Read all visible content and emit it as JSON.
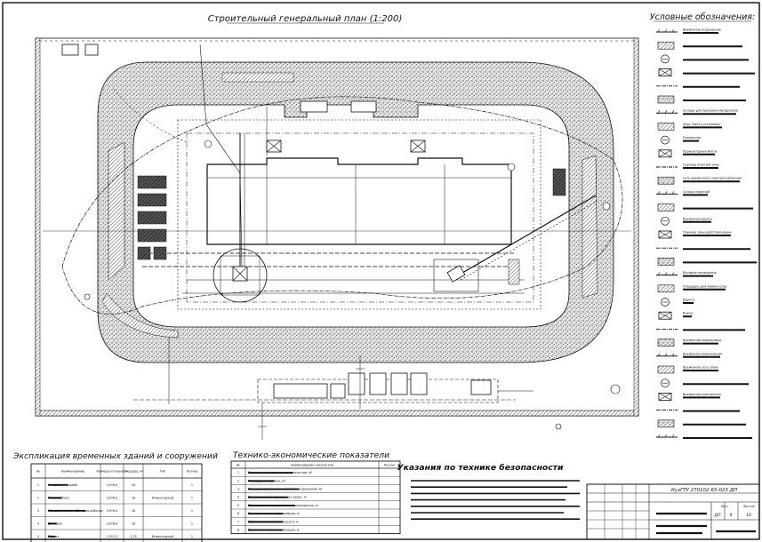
{
  "plan": {
    "title": "Строительный генеральный план  (1:200)"
  },
  "legend": {
    "title": "Условные обозначения:",
    "items": [
      {
        "label": "Временное ограждение",
        "icon": "fence-line-icon"
      },
      {
        "label": "",
        "icon": "crane-icon"
      },
      {
        "label": "",
        "icon": "warning-triangle-icon"
      },
      {
        "label": "",
        "icon": "hydrant-icon"
      },
      {
        "label": "",
        "icon": "light-icon"
      },
      {
        "label": "",
        "icon": "vehicle-icon"
      },
      {
        "label": "Склады для хранения материалов",
        "icon": "crossed-box-icon"
      },
      {
        "label": "Знак \"место установки\"",
        "icon": "circle-sign-icon"
      },
      {
        "label": "Прожектор",
        "icon": "projector-icon"
      },
      {
        "label": "Прожекторная мачта",
        "icon": "mast-icon"
      },
      {
        "label": "Граница опасной зоны",
        "icon": "danger-line-icon"
      },
      {
        "label": "Сеть временного электроснабжения",
        "icon": "power-line-icon"
      },
      {
        "label": "Склад открытый",
        "icon": "hatched-box-icon"
      },
      {
        "label": "",
        "icon": "hatched-area-icon"
      },
      {
        "label": "Временная дорога",
        "icon": "road-icon"
      },
      {
        "label": "Граница зоны действия крана",
        "icon": "crane-zone-icon"
      },
      {
        "label": "",
        "icon": "striped-area-icon"
      },
      {
        "label": "",
        "icon": "dotted-area-icon"
      },
      {
        "label": "Бытовые помещения",
        "icon": "half-circle-icon"
      },
      {
        "label": "Площадка для мойки колес",
        "icon": "wash-icon"
      },
      {
        "label": "Ворота",
        "icon": "gate-icon"
      },
      {
        "label": "Въезд",
        "icon": "entry-text-icon"
      },
      {
        "label": "",
        "icon": "arrow-icon"
      },
      {
        "label": "Временный водопровод",
        "icon": "water-line-icon"
      },
      {
        "label": "Временная канализация",
        "icon": "sewer-line-icon"
      },
      {
        "label": "Временная сеть связи",
        "icon": "comm-line-icon"
      },
      {
        "label": "",
        "icon": "line-a-icon"
      },
      {
        "label": "Временная электросеть",
        "icon": "line-b-icon"
      },
      {
        "label": "",
        "icon": "line-c-icon"
      },
      {
        "label": "",
        "icon": "line-d-icon"
      },
      {
        "label": "",
        "icon": "crosshatch-box-icon"
      }
    ]
  },
  "explication": {
    "title": "Экспликация временных зданий и сооружений",
    "headers": [
      "№",
      "Наименование",
      "Размеры в плане, м",
      "Площадь, м²",
      "Тип",
      "Кол-во"
    ],
    "rows": [
      [
        "1",
        "Кладовая прораба",
        "3,0*6,0",
        "18",
        "",
        "1"
      ],
      [
        "2",
        "Гардеробная",
        "3,0*6,0",
        "18",
        "Инвентарный",
        "1"
      ],
      [
        "3",
        "Помещение для обогрева рабочих",
        "3,0*6,0",
        "18",
        "",
        "1"
      ],
      [
        "4",
        "Душевая",
        "3,0*6,0",
        "18",
        "",
        "1"
      ],
      [
        "5",
        "Туалет",
        "1,5*1,5",
        "2,25",
        "Инвентарный",
        "1"
      ]
    ]
  },
  "tep": {
    "title": "Технико-экономические показатели",
    "headers": [
      "№",
      "Наименование показателя",
      "Кол-во"
    ],
    "rows": [
      [
        "1",
        "Площадь территории строительства, м²",
        ""
      ],
      [
        "2",
        "Площадь застройки, м²",
        ""
      ],
      [
        "3",
        "Площадь временных зданий и сооружений, м²",
        ""
      ],
      [
        "4",
        "Протяженность временных дорог, м",
        ""
      ],
      [
        "5",
        "Протяженность временного ограждения, м",
        ""
      ],
      [
        "6",
        "Протяженность водопровода, м",
        ""
      ],
      [
        "7",
        "Протяженность электросети, м",
        ""
      ],
      [
        "8",
        "Протяженность канализации, м",
        ""
      ]
    ]
  },
  "safety": {
    "title": "Указания по технике безопасности",
    "lines": [
      "",
      "",
      "",
      "",
      "",
      "",
      ""
    ]
  },
  "stamp": {
    "code": "КузГТУ 270102.65-023 ДП",
    "sheet_label": "Лист",
    "sheets_label": "Листов",
    "stage": "ДП",
    "sheet": "9",
    "sheets": "10"
  },
  "colors": {
    "ink": "#111111",
    "background": "#ffffff"
  }
}
